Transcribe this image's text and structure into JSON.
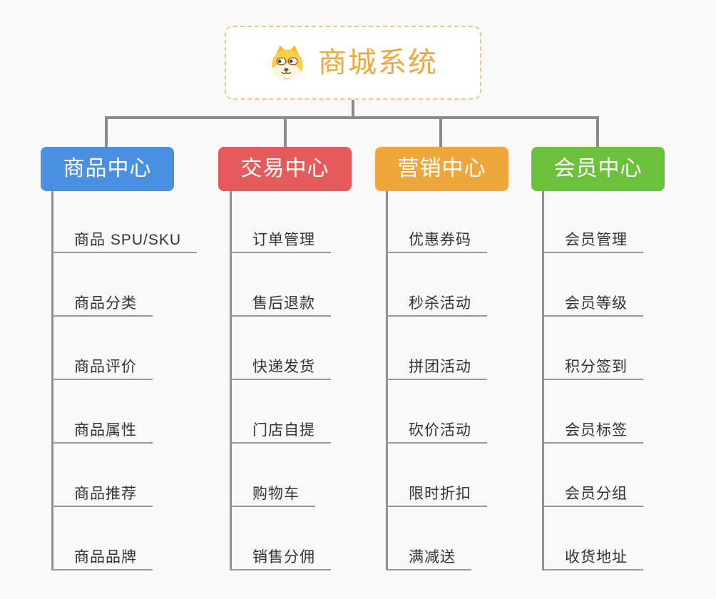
{
  "root": {
    "title": "商城系统",
    "icon": "doge-icon"
  },
  "branches": [
    {
      "label": "商品中心",
      "color": "#4a90e2",
      "children": [
        "商品 SPU/SKU",
        "商品分类",
        "商品评价",
        "商品属性",
        "商品推荐",
        "商品品牌"
      ]
    },
    {
      "label": "交易中心",
      "color": "#e55a5a",
      "children": [
        "订单管理",
        "售后退款",
        "快递发货",
        "门店自提",
        "购物车",
        "销售分佣"
      ]
    },
    {
      "label": "营销中心",
      "color": "#efa63b",
      "children": [
        "优惠券码",
        "秒杀活动",
        "拼团活动",
        "砍价活动",
        "限时折扣",
        "满减送"
      ]
    },
    {
      "label": "会员中心",
      "color": "#6cc13c",
      "children": [
        "会员管理",
        "会员等级",
        "积分签到",
        "会员标签",
        "会员分组",
        "收货地址"
      ]
    }
  ],
  "palette": {
    "background": "#f8f8f8",
    "connector": "#8b8b8b",
    "leaf_underline": "#999999",
    "leaf_text": "#333333",
    "root_text": "#f1a73e",
    "root_border": "#f3c682"
  }
}
